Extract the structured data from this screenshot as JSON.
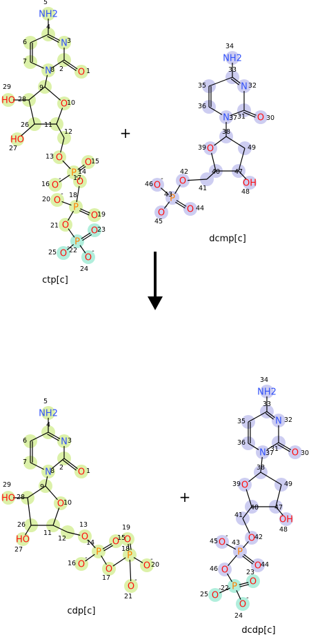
{
  "colors": {
    "bond": "#000000",
    "nitrogen": "#3050F8",
    "oxygen": "#FF0D0D",
    "phosphorus": "#FF8000",
    "highlight_ctp": "#d8f0a0",
    "highlight_dcmp": "#c8c8f0",
    "highlight_transfer": "#a8ecd8"
  },
  "reaction": {
    "arrow": "reaction-arrow",
    "plus": "+"
  },
  "molecules": [
    {
      "id": "ctp",
      "name": "ctp[c]",
      "highlight": "highlight_ctp",
      "atoms": [
        {
          "n": "5",
          "sym": "NH2",
          "color": "nitrogen",
          "hl": "highlight_ctp"
        },
        {
          "n": "4",
          "sym": "",
          "hl": "highlight_ctp"
        },
        {
          "n": "3",
          "sym": "N",
          "color": "nitrogen",
          "hl": "highlight_ctp"
        },
        {
          "n": "2",
          "sym": "",
          "hl": "highlight_ctp"
        },
        {
          "n": "1",
          "sym": "O",
          "color": "oxygen",
          "hl": "highlight_ctp"
        },
        {
          "n": "8",
          "sym": "N",
          "color": "nitrogen",
          "hl": "highlight_ctp"
        },
        {
          "n": "7",
          "sym": "",
          "hl": "highlight_ctp"
        },
        {
          "n": "6",
          "sym": "",
          "hl": "highlight_ctp"
        },
        {
          "n": "9",
          "sym": "",
          "hl": "highlight_ctp"
        },
        {
          "n": "10",
          "sym": "O",
          "color": "oxygen",
          "hl": "highlight_ctp"
        },
        {
          "n": "11",
          "sym": "",
          "hl": "highlight_ctp"
        },
        {
          "n": "26",
          "sym": "",
          "hl": "highlight_ctp"
        },
        {
          "n": "28",
          "sym": "",
          "hl": "highlight_ctp"
        },
        {
          "n": "29",
          "sym": "HO",
          "color": "oxygen",
          "hl": "highlight_ctp"
        },
        {
          "n": "27",
          "sym": "HO",
          "color": "oxygen",
          "hl": "highlight_ctp"
        },
        {
          "n": "12",
          "sym": "",
          "hl": "highlight_ctp"
        },
        {
          "n": "13",
          "sym": "O",
          "color": "oxygen",
          "hl": "highlight_ctp"
        },
        {
          "n": "14",
          "sym": "P",
          "color": "phosphorus",
          "hl": "highlight_ctp"
        },
        {
          "n": "15",
          "sym": "O",
          "color": "oxygen",
          "hl": "highlight_ctp"
        },
        {
          "n": "16",
          "sym": "O",
          "color": "oxygen",
          "charge": "-",
          "hl": "highlight_ctp"
        },
        {
          "n": "17",
          "sym": "O",
          "color": "oxygen",
          "hl": "highlight_ctp"
        },
        {
          "n": "18",
          "sym": "P",
          "color": "phosphorus",
          "hl": "highlight_ctp"
        },
        {
          "n": "19",
          "sym": "O",
          "color": "oxygen",
          "hl": "highlight_ctp"
        },
        {
          "n": "20",
          "sym": "O",
          "color": "oxygen",
          "charge": "-",
          "hl": "highlight_ctp"
        },
        {
          "n": "21",
          "sym": "O",
          "color": "oxygen",
          "hl": "highlight_ctp"
        },
        {
          "n": "22",
          "sym": "P",
          "color": "phosphorus",
          "hl": "highlight_transfer"
        },
        {
          "n": "23",
          "sym": "O",
          "color": "oxygen",
          "hl": "highlight_transfer"
        },
        {
          "n": "24",
          "sym": "O",
          "color": "oxygen",
          "charge": "-",
          "hl": "highlight_transfer"
        },
        {
          "n": "25",
          "sym": "O",
          "color": "oxygen",
          "charge": "-",
          "hl": "highlight_transfer"
        }
      ]
    },
    {
      "id": "dcmp",
      "name": "dcmp[c]",
      "highlight": "highlight_dcmp",
      "atoms": [
        {
          "n": "34",
          "sym": "NH2",
          "color": "nitrogen"
        },
        {
          "n": "33",
          "sym": ""
        },
        {
          "n": "32",
          "sym": "N",
          "color": "nitrogen"
        },
        {
          "n": "31",
          "sym": ""
        },
        {
          "n": "30",
          "sym": "O",
          "color": "oxygen"
        },
        {
          "n": "37",
          "sym": "N",
          "color": "nitrogen"
        },
        {
          "n": "36",
          "sym": ""
        },
        {
          "n": "35",
          "sym": ""
        },
        {
          "n": "38",
          "sym": ""
        },
        {
          "n": "39",
          "sym": "O",
          "color": "oxygen"
        },
        {
          "n": "40",
          "sym": ""
        },
        {
          "n": "47",
          "sym": ""
        },
        {
          "n": "49",
          "sym": ""
        },
        {
          "n": "48",
          "sym": "OH",
          "color": "oxygen"
        },
        {
          "n": "41",
          "sym": ""
        },
        {
          "n": "42",
          "sym": "O",
          "color": "oxygen"
        },
        {
          "n": "43",
          "sym": "P",
          "color": "phosphorus"
        },
        {
          "n": "44",
          "sym": "O",
          "color": "oxygen"
        },
        {
          "n": "45",
          "sym": "O",
          "color": "oxygen",
          "charge": "-"
        },
        {
          "n": "46",
          "sym": "O",
          "color": "oxygen",
          "charge": "-"
        }
      ]
    },
    {
      "id": "cdp",
      "name": "cdp[c]",
      "highlight": "highlight_ctp",
      "atoms": [
        {
          "n": "5",
          "sym": "NH2",
          "color": "nitrogen"
        },
        {
          "n": "4",
          "sym": ""
        },
        {
          "n": "3",
          "sym": "N",
          "color": "nitrogen"
        },
        {
          "n": "2",
          "sym": ""
        },
        {
          "n": "1",
          "sym": "O",
          "color": "oxygen"
        },
        {
          "n": "8",
          "sym": "N",
          "color": "nitrogen"
        },
        {
          "n": "7",
          "sym": ""
        },
        {
          "n": "6",
          "sym": ""
        },
        {
          "n": "9",
          "sym": ""
        },
        {
          "n": "10",
          "sym": "O",
          "color": "oxygen"
        },
        {
          "n": "11",
          "sym": ""
        },
        {
          "n": "26",
          "sym": ""
        },
        {
          "n": "28",
          "sym": ""
        },
        {
          "n": "29",
          "sym": "HO",
          "color": "oxygen"
        },
        {
          "n": "27",
          "sym": "HO",
          "color": "oxygen"
        },
        {
          "n": "12",
          "sym": ""
        },
        {
          "n": "13",
          "sym": "O",
          "color": "oxygen"
        },
        {
          "n": "14",
          "sym": "P",
          "color": "phosphorus"
        },
        {
          "n": "15",
          "sym": "O",
          "color": "oxygen"
        },
        {
          "n": "16",
          "sym": "O",
          "color": "oxygen",
          "charge": "-"
        },
        {
          "n": "17",
          "sym": "O",
          "color": "oxygen"
        },
        {
          "n": "18",
          "sym": "P",
          "color": "phosphorus"
        },
        {
          "n": "19",
          "sym": "O",
          "color": "oxygen"
        },
        {
          "n": "20",
          "sym": "O",
          "color": "oxygen",
          "charge": "-"
        },
        {
          "n": "21",
          "sym": "O",
          "color": "oxygen",
          "charge": "-"
        }
      ]
    },
    {
      "id": "dcdp",
      "name": "dcdp[c]",
      "highlight": "highlight_dcmp",
      "atoms": [
        {
          "n": "34",
          "sym": "NH2",
          "color": "nitrogen"
        },
        {
          "n": "33",
          "sym": ""
        },
        {
          "n": "32",
          "sym": "N",
          "color": "nitrogen"
        },
        {
          "n": "31",
          "sym": ""
        },
        {
          "n": "30",
          "sym": "O",
          "color": "oxygen"
        },
        {
          "n": "37",
          "sym": "N",
          "color": "nitrogen"
        },
        {
          "n": "36",
          "sym": ""
        },
        {
          "n": "35",
          "sym": ""
        },
        {
          "n": "38",
          "sym": ""
        },
        {
          "n": "39",
          "sym": "O",
          "color": "oxygen"
        },
        {
          "n": "40",
          "sym": ""
        },
        {
          "n": "47",
          "sym": ""
        },
        {
          "n": "49",
          "sym": ""
        },
        {
          "n": "48",
          "sym": "OH",
          "color": "oxygen"
        },
        {
          "n": "41",
          "sym": ""
        },
        {
          "n": "42",
          "sym": "O",
          "color": "oxygen"
        },
        {
          "n": "43",
          "sym": "P",
          "color": "phosphorus"
        },
        {
          "n": "44",
          "sym": "O",
          "color": "oxygen"
        },
        {
          "n": "45",
          "sym": "O",
          "color": "oxygen",
          "charge": "-"
        },
        {
          "n": "46",
          "sym": "O",
          "color": "oxygen"
        },
        {
          "n": "22",
          "sym": "P",
          "color": "phosphorus",
          "hl": "highlight_transfer"
        },
        {
          "n": "23",
          "sym": "O",
          "color": "oxygen",
          "hl": "highlight_transfer"
        },
        {
          "n": "24",
          "sym": "O",
          "color": "oxygen",
          "charge": "-",
          "hl": "highlight_transfer"
        },
        {
          "n": "25",
          "sym": "O",
          "color": "oxygen",
          "charge": "-",
          "hl": "highlight_transfer"
        }
      ]
    }
  ]
}
